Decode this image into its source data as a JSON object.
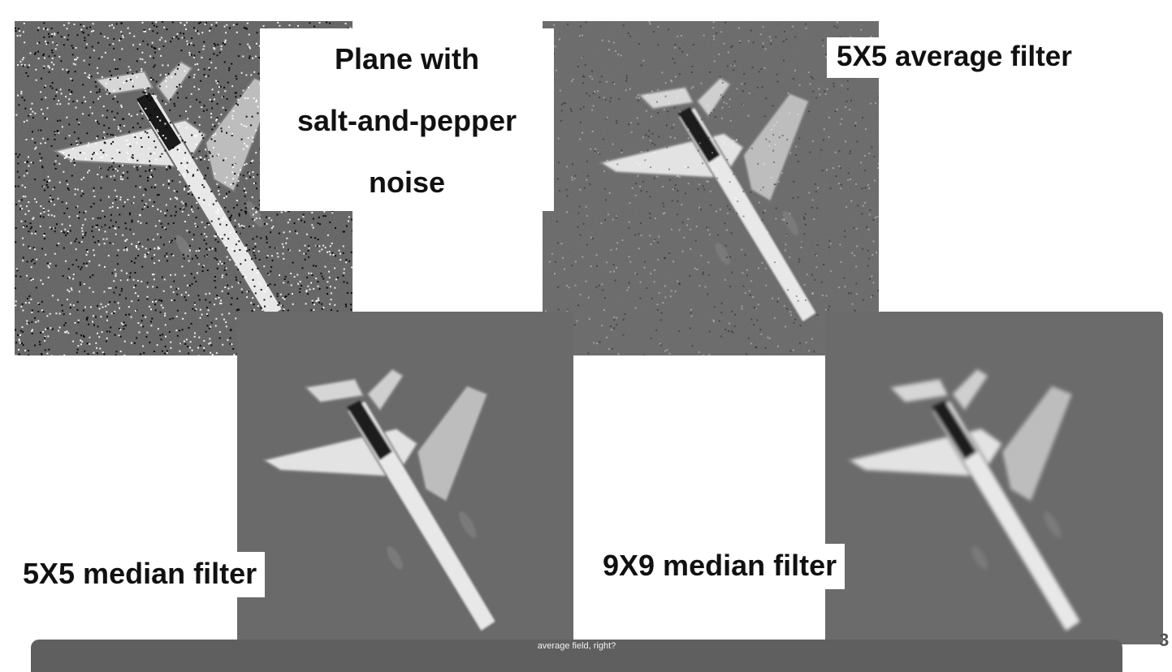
{
  "labels": {
    "noisy_line1": "Plane with",
    "noisy_line2": "salt-and-pepper",
    "noisy_line3": "noise",
    "average": "5X5 average filter",
    "median5": "5X5 median filter",
    "median9": "9X9 median filter"
  },
  "caption": {
    "text": "average field, right?"
  },
  "corner_mark": "3",
  "colors": {
    "background": "#ffffff",
    "caption_bar": "#5f5f5f",
    "label_text": "#111111"
  }
}
